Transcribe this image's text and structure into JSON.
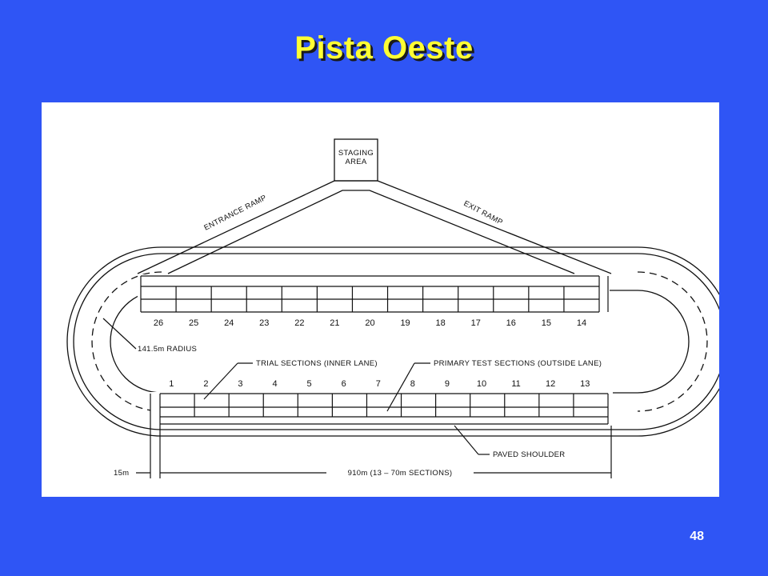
{
  "slide": {
    "title": "Pista Oeste",
    "page_number": "48"
  },
  "diagram": {
    "staging_area": [
      "STAGING",
      "AREA"
    ],
    "entrance_ramp": "ENTRANCE RAMP",
    "exit_ramp": "EXIT RAMP",
    "radius_label": "141.5m  RADIUS",
    "trial_sections_label": "TRIAL SECTIONS (INNER LANE)",
    "primary_sections_label": "PRIMARY TEST SECTIONS (OUTSIDE LANE)",
    "paved_shoulder_label": "PAVED SHOULDER",
    "width_label": "15m",
    "length_label": "910m (13 – 70m SECTIONS)",
    "top_section_numbers": [
      "26",
      "25",
      "24",
      "23",
      "22",
      "21",
      "20",
      "19",
      "18",
      "17",
      "16",
      "15",
      "14"
    ],
    "bottom_section_numbers": [
      "1",
      "2",
      "3",
      "4",
      "5",
      "6",
      "7",
      "8",
      "9",
      "10",
      "11",
      "12",
      "13"
    ],
    "colors": {
      "background": "#2f55f5",
      "title": "#ffff33",
      "panel": "#ffffff",
      "ink": "#111111"
    }
  }
}
